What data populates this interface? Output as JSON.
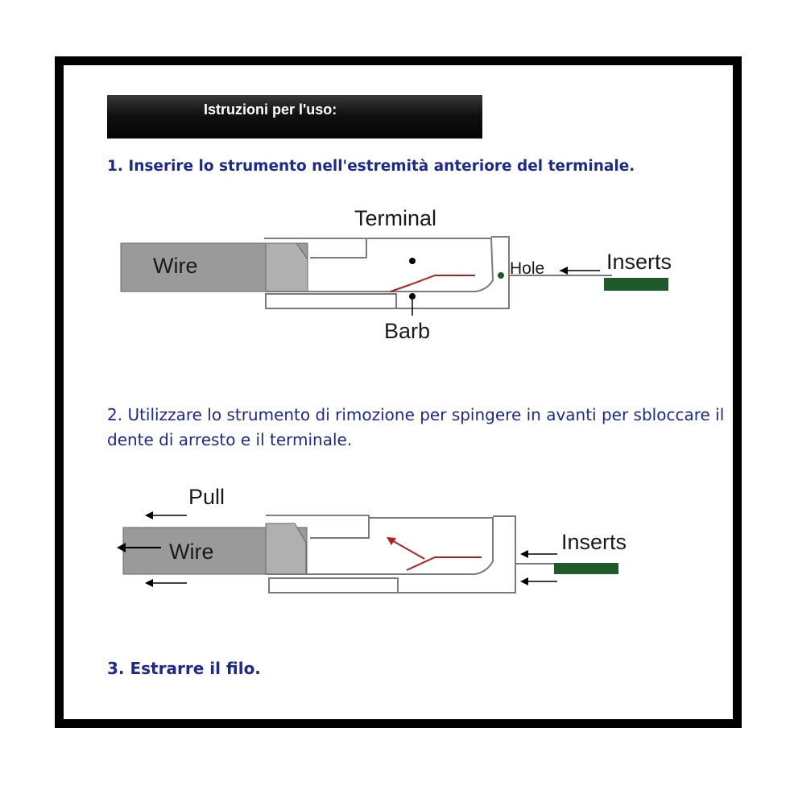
{
  "header": {
    "title": "Istruzioni per l'uso:"
  },
  "steps": [
    {
      "text": "1. Inserire lo strumento nell'estremità anteriore del terminale."
    },
    {
      "text": "2. Utilizzare lo strumento di rimozione per spingere in avanti per sbloccare il dente di arresto e il terminale."
    },
    {
      "text": "3. Estrarre il filo."
    }
  ],
  "diagram1": {
    "terminal": "Terminal",
    "wire": "Wire",
    "hole": "Hole",
    "inserts": "Inserts",
    "barb": "Barb"
  },
  "diagram2": {
    "pull": "Pull",
    "wire": "Wire",
    "inserts": "Inserts"
  },
  "colors": {
    "step_text": "#1c2a8f",
    "tool_green": "#1e5a2a",
    "barb_red": "#b02020",
    "outline_green": "#6a9a6a"
  }
}
